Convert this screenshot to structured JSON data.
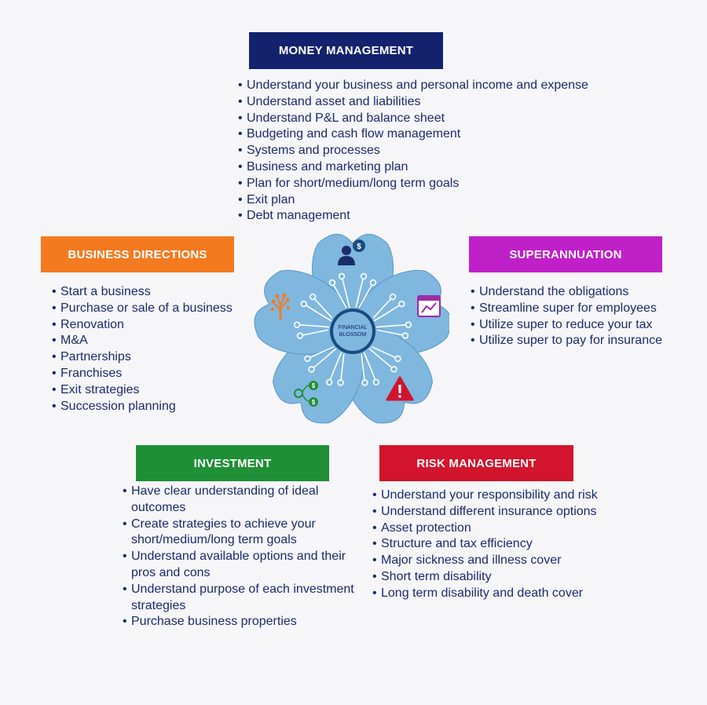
{
  "sections": {
    "money": {
      "title": "MONEY MANAGEMENT",
      "color": "#14226e",
      "items": [
        "Understand your business and personal income and expense",
        "Understand asset and liabilities",
        "Understand P&L and balance sheet",
        "Budgeting and cash flow management",
        "Systems and processes",
        "Business and marketing plan",
        "Plan for short/medium/long term goals",
        "Exit plan",
        "Debt management"
      ]
    },
    "business": {
      "title": "BUSINESS DIRECTIONS",
      "color": "#f47a20",
      "items": [
        "Start a business",
        "Purchase or sale of a business",
        "Renovation",
        "M&A",
        "Partnerships",
        "Franchises",
        "Exit strategies",
        "Succession planning"
      ]
    },
    "super": {
      "title": "SUPERANNUATION",
      "color": "#c020c8",
      "items": [
        "Understand the obligations",
        "Streamline super for employees",
        "Utilize super to reduce your tax",
        "Utilize super to pay for insurance"
      ]
    },
    "investment": {
      "title": "INVESTMENT",
      "color": "#1f8f36",
      "items": [
        "Have clear understanding of ideal outcomes",
        "Create strategies to achieve your short/medium/long term goals",
        "Understand available options and their pros and cons",
        "Understand purpose of each investment strategies",
        "Purchase business properties"
      ]
    },
    "risk": {
      "title": "RISK MANAGEMENT",
      "color": "#d3142e",
      "items": [
        "Understand your responsibility and risk",
        "Understand different insurance options",
        "Asset protection",
        "Structure and tax efficiency",
        "Major sickness and illness cover",
        "Short term disability",
        "Long term disability and death cover"
      ]
    }
  },
  "center": {
    "line1": "FINANCIAL",
    "line2": "BLOSSOM"
  },
  "petal_icons": [
    "person-dollar-icon",
    "chart-icon",
    "warning-icon",
    "money-flow-icon",
    "growth-tree-icon"
  ],
  "colors": {
    "petal": "#7fb7de",
    "petal_edge": "#5b97c6",
    "center": "#1a4a80",
    "text": "#1c2a6e"
  }
}
